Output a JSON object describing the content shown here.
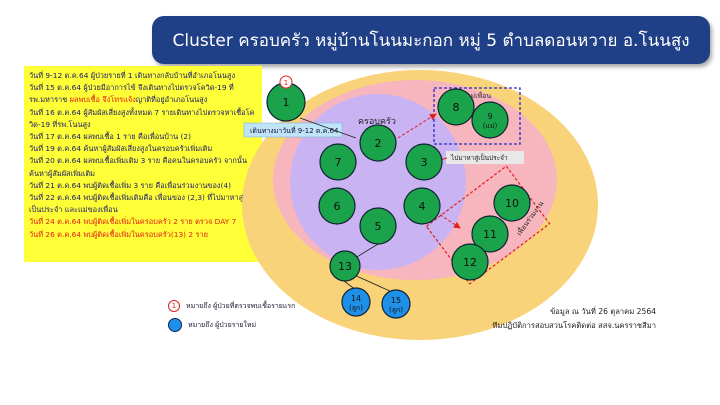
{
  "title": "Cluster ครอบครัว หมู่บ้านโนนมะกอก หมู่ 5 ตำบลดอนหวาย อ.โนนสูง",
  "timeline": [
    {
      "text": "วันที่ 9-12 ต.ค.64 ผู้ป่วยรายที่ 1 เดินทางกลับบ้านที่อำเภอโนนสูง",
      "red": false
    },
    {
      "pre": "วันที่ 15 ต.ค.64 ผู้ป่วยมีอาการไข้ จึงเดินทางไปตรวจโควิด-19 ที่ รพ.มหาราช ",
      "hl": "ผลพบเชื้อ จึงโทรแจ้ง",
      "post": "ญาติที่อยู่อำเภอโนนสูง",
      "red": false
    },
    {
      "text": "วันที่ 16 ต.ค.64 ผู้สัมผัสเสี่ยงสูงทั้งหมด 7 รายเดินทางไปตรวจหาเชื้อโควิด-19 ที่รพ.โนนสูง",
      "red": false
    },
    {
      "text": "วันที่ 17 ต.ค.64 ผลพบเชื้อ 1 ราย คือเพื่อนบ้าน (2)",
      "red": false
    },
    {
      "text": "วันที่ 19 ต.ค.64 ค้นหาผู้สัมผัสเสี่ยงสูงในครอบครัวเพิ่มเติม",
      "red": false
    },
    {
      "text": "วันที่ 20 ต.ค.64 ผลพบเชื้อเพิ่มเติม 3 ราย คือคนในครอบครัว จากนั้นค้นหาผู้สัมผัสเพิ่มเติม",
      "red": false
    },
    {
      "text": "วันที่ 21 ต.ค.64 พบผู้ติดเชื้อเพิ่ม 3 ราย คือเพื่อนร่วมงานของ(4)",
      "red": false
    },
    {
      "text": "วันที่ 22 ต.ค.64 พบผู้ติดเชื้อเพิ่มเติมคือ เพื่อนของ (2,3) ที่ไปมาหาสู่กันเป็นประจำ และแม่ของเพื่อน",
      "red": false
    },
    {
      "text": "วันที่ 24 ต.ค.64 พบผู้ติดเชื้อเพิ่มในครอบครัว 2 ราย ตรวจ DAY 7",
      "red": true
    },
    {
      "text": "วันที่ 26 ต.ค.64 พบผู้ติดเชื้อเพิ่มในครอบครัว(13) 2 ราย",
      "red": true
    }
  ],
  "diagram": {
    "family_label": "ครอบครัว",
    "travel_label": "เดินทางมาวันที่ 9-12 ต.ค.64",
    "coworker_label": "เพื่อนร่วมงาน",
    "friend_label": "ไปมาหาสู่เป็นประจำ",
    "mother_label": "แม่เพื่อน",
    "index_marker": "1",
    "nodes": [
      {
        "id": "1",
        "label": "1"
      },
      {
        "id": "2",
        "label": "2"
      },
      {
        "id": "3",
        "label": "3"
      },
      {
        "id": "4",
        "label": "4"
      },
      {
        "id": "5",
        "label": "5"
      },
      {
        "id": "6",
        "label": "6"
      },
      {
        "id": "7",
        "label": "7"
      },
      {
        "id": "8",
        "label": "8"
      },
      {
        "id": "9",
        "label": "9",
        "sub": "(แม่)"
      },
      {
        "id": "10",
        "label": "10"
      },
      {
        "id": "11",
        "label": "11"
      },
      {
        "id": "12",
        "label": "12"
      },
      {
        "id": "13",
        "label": "13"
      },
      {
        "id": "14",
        "label": "14",
        "sub": "(ลูก)"
      },
      {
        "id": "15",
        "label": "15",
        "sub": "(ลูก)"
      }
    ]
  },
  "legend": {
    "first_case_marker": "1",
    "first_case": "หมายถึง ผู้ป่วยที่ตรวจพบเชื้อรายแรก",
    "new_case": "หมายถึง ผู้ป่วยรายใหม่"
  },
  "source": {
    "line1": "ข้อมูล ณ วันที่ 26 ตุลาคม 2564",
    "line2": "ทีมปฏิบัติการสอบสวนโรคติดต่อ สสจ.นครราชสีมา"
  },
  "colors": {
    "title_bg": "#1f3f86",
    "timeline_bg": "#ffff38",
    "outer_ellipse": "#f9d37a",
    "pink_area": "#f7b5be",
    "family_circle": "#c9b3f2",
    "node_green": "#1aa34a",
    "node_blue": "#1e90e8",
    "alert_red": "#e0201c"
  }
}
